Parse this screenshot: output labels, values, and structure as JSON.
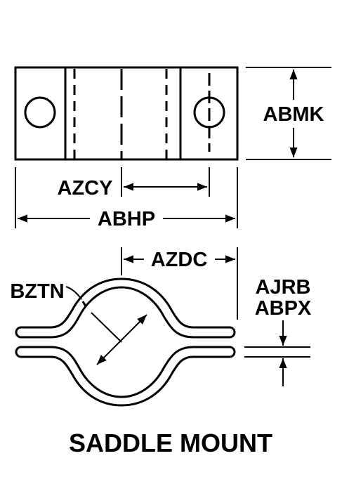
{
  "diagram": {
    "labels": {
      "height": "ABMK",
      "hole_spacing": "AZCY",
      "overall_length": "ABHP",
      "half_width": "AZDC",
      "pipe_diameter": "BZTN",
      "thickness_a": "AJRB",
      "thickness_b": "ABPX"
    },
    "title": "SADDLE MOUNT",
    "colors": {
      "ink": "#000000",
      "background": "#ffffff"
    }
  }
}
